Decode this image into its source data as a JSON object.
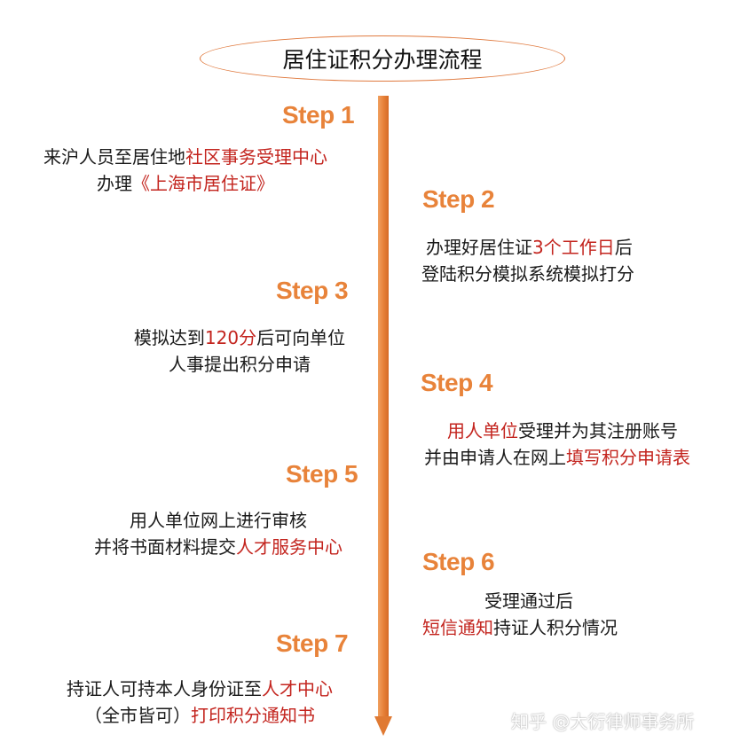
{
  "title": "居住证积分办理流程",
  "accent_color": "#e8833a",
  "highlight_color": "#c3241e",
  "steps": [
    {
      "label": "Step 1",
      "lines": [
        [
          "来沪人员至居住地",
          "社区事务受理中心"
        ],
        [
          "办理",
          "《上海市居住证》"
        ]
      ]
    },
    {
      "label": "Step 2",
      "lines": [
        [
          "办理好居住证",
          "3个工作日",
          "后"
        ],
        [
          "登陆积分模拟系统模拟打分"
        ]
      ]
    },
    {
      "label": "Step 3",
      "lines": [
        [
          "模拟达到",
          "120分",
          "后可向单位"
        ],
        [
          "人事提出积分申请"
        ]
      ]
    },
    {
      "label": "Step 4",
      "lines": [
        [
          "",
          "用人单位",
          "受理并为其注册账号"
        ],
        [
          "并由申请人在网上",
          "填写积分申请表"
        ]
      ]
    },
    {
      "label": "Step 5",
      "lines": [
        [
          "用人单位网上进行审核"
        ],
        [
          "并将书面材料提交",
          "人才服务中心"
        ]
      ]
    },
    {
      "label": "Step 6",
      "lines": [
        [
          "受理通过后"
        ],
        [
          "",
          "短信通知",
          "持证人积分情况"
        ]
      ]
    },
    {
      "label": "Step 7",
      "lines": [
        [
          "持证人可持本人身份证至",
          "人才中心"
        ],
        [
          "（全市皆可）",
          "打印积分通知书"
        ]
      ]
    }
  ],
  "watermark": "知乎 @大衍律师事务所"
}
